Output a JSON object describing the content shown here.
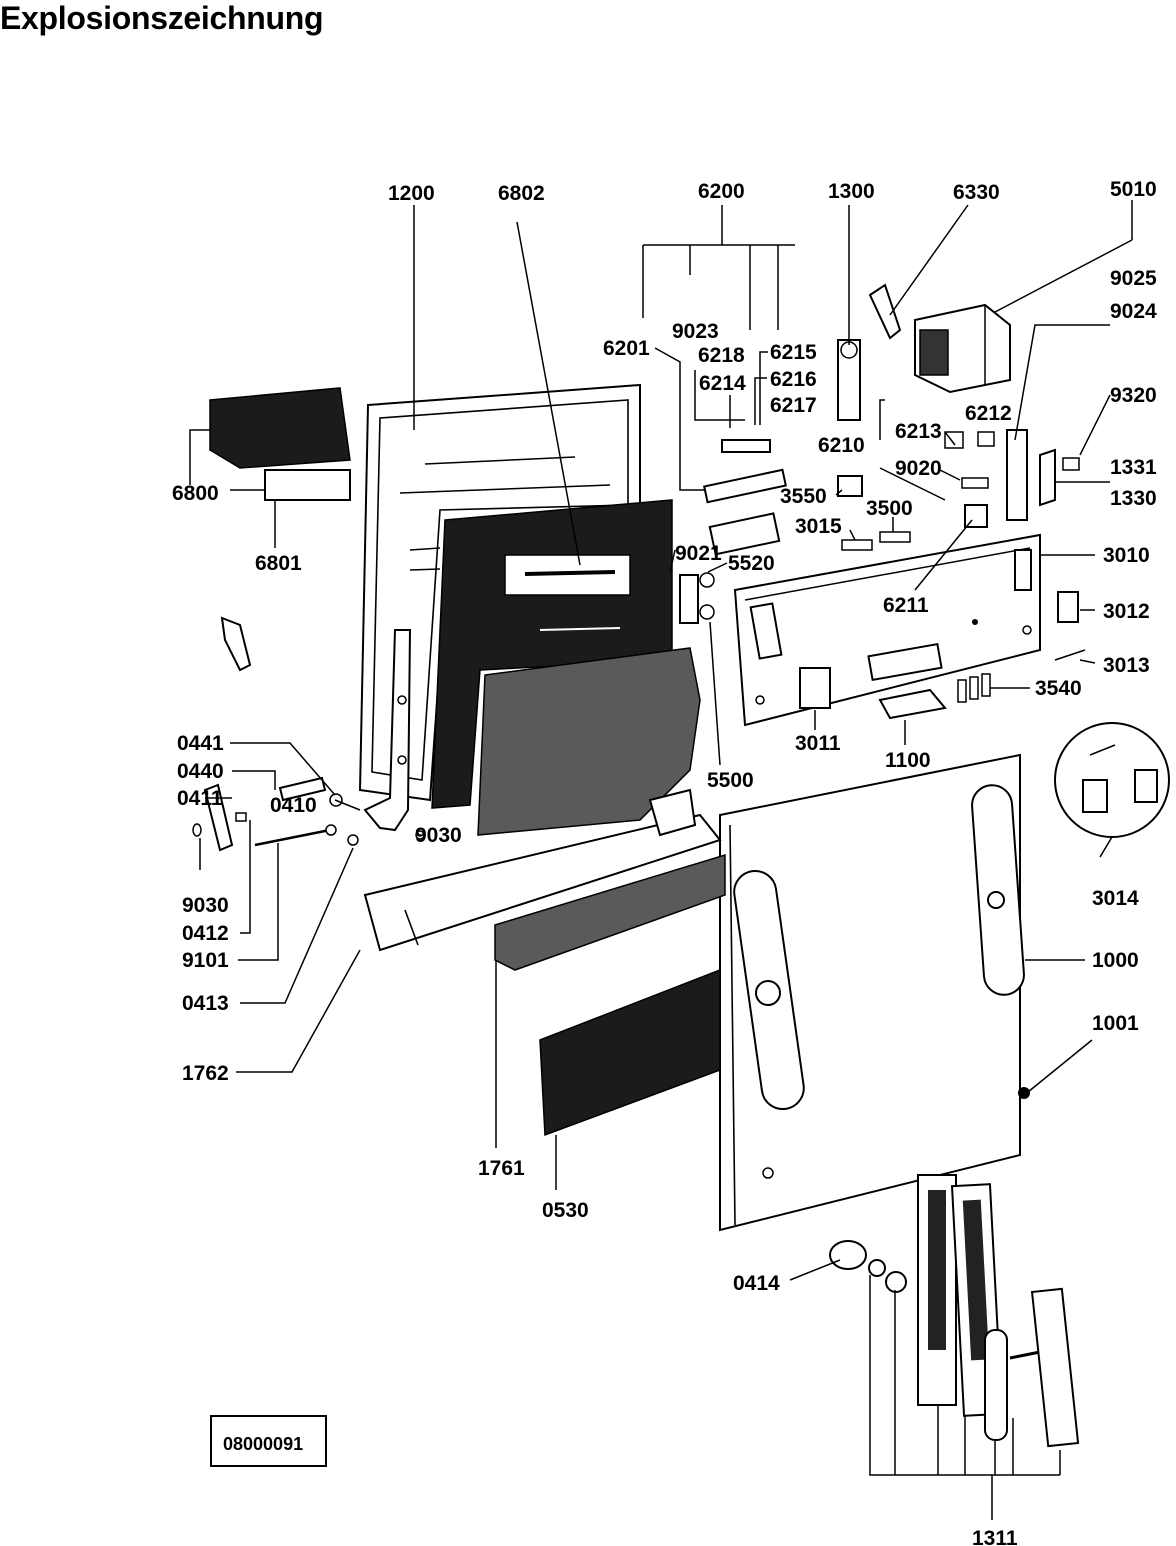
{
  "title": "Explosionszeichnung",
  "document_id": "08000091",
  "part_labels": [
    "1200",
    "6802",
    "6200",
    "1300",
    "6330",
    "5010",
    "9023",
    "6201",
    "6218",
    "6215",
    "6214",
    "6216",
    "6217",
    "9025",
    "9024",
    "9320",
    "1331",
    "1330",
    "6213",
    "6212",
    "6210",
    "9020",
    "3550",
    "3500",
    "3015",
    "6800",
    "6801",
    "9021",
    "5520",
    "3010",
    "6211",
    "3012",
    "3013",
    "3540",
    "3011",
    "1100",
    "5500",
    "0441",
    "0440",
    "0411",
    "0410",
    "9030",
    "9030",
    "0412",
    "9101",
    "0413",
    "1762",
    "3014",
    "1000",
    "1001",
    "1761",
    "0530",
    "0414",
    "1311"
  ]
}
